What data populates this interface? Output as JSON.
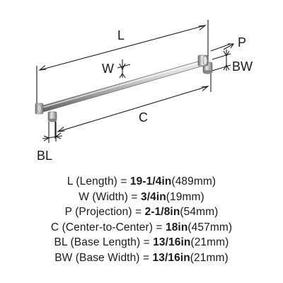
{
  "diagram": {
    "labels": {
      "L": "L",
      "W": "W",
      "P": "P",
      "BW": "BW",
      "C": "C",
      "BL": "BL"
    }
  },
  "specs": [
    {
      "code": "L",
      "name": "(Length)",
      "imperial": "19-1/4in",
      "metric": "(489mm)"
    },
    {
      "code": "W",
      "name": "(Width)",
      "imperial": "3/4in",
      "metric": "(19mm)"
    },
    {
      "code": "P",
      "name": "(Projection)",
      "imperial": "2-1/8in",
      "metric": "(54mm)"
    },
    {
      "code": "C",
      "name": "(Center-to-Center)",
      "imperial": "18in",
      "metric": "(457mm)"
    },
    {
      "code": "BL",
      "name": "(Base Length)",
      "imperial": "13/16in",
      "metric": "(21mm)"
    },
    {
      "code": "BW",
      "name": "(Base Width)",
      "imperial": "13/16in",
      "metric": "(21mm)"
    }
  ]
}
